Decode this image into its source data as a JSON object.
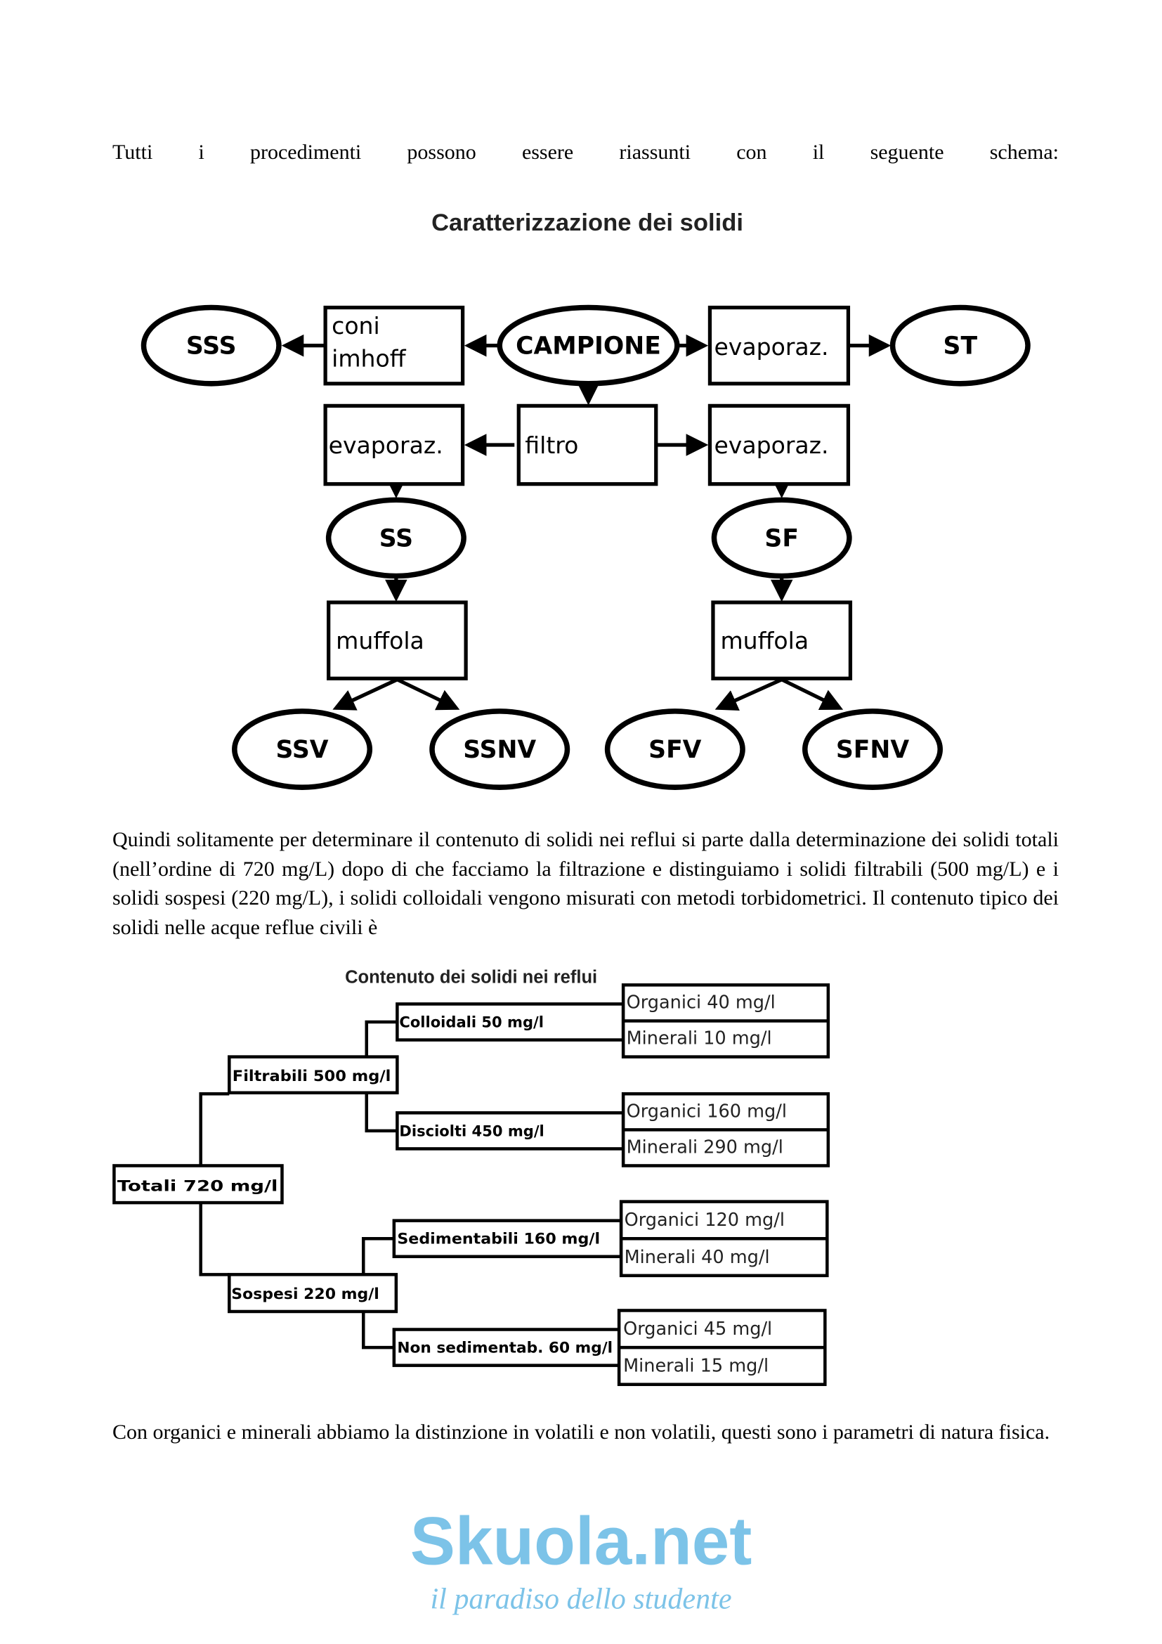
{
  "watermark": {
    "logo": "Skuola.net",
    "tagline": "il paradiso dello studente"
  },
  "paragraphs": {
    "intro": "Tutti i procedimenti possono essere riassunti con il seguente schema:",
    "body": "Quindi solitamente per determinare il contenuto di solidi nei reflui si parte dalla determinazione dei solidi totali (nell’ordine di 720 mg/L) dopo di che facciamo la filtrazione e distinguiamo i solidi filtrabili (500 mg/L) e i solidi sospesi (220 mg/L), i solidi colloidali vengono misurati con metodi torbidometrici. Il contenuto tipico dei solidi nelle acque reflue civili è",
    "closing": "Con organici e minerali abbiamo la distinzione in volatili e non volatili, questi sono i parametri di natura fisica."
  },
  "diagram1": {
    "title": "Caratterizzazione dei solidi",
    "nodes": {
      "sss": "SSS",
      "coni1": "coni",
      "coni2": "imhoff",
      "campione": "CAMPIONE",
      "evap_top": "evaporaz.",
      "st": "ST",
      "evap_left": "evaporaz.",
      "filtro": "filtro",
      "evap_right": "evaporaz.",
      "ss": "SS",
      "sf": "SF",
      "muffola_left": "muffola",
      "muffola_right": "muffola",
      "ssv": "SSV",
      "ssnv": "SSNV",
      "sfv": "SFV",
      "sfnv": "SFNV"
    }
  },
  "diagram2": {
    "title": "Contenuto dei solidi nei reflui",
    "totali": "Totali 720 mg/l",
    "filtrabili": "Filtrabili 500 mg/l",
    "sospesi": "Sospesi 220 mg/l",
    "colloidali": "Colloidali 50 mg/l",
    "disciolti": "Disciolti 450 mg/l",
    "sedimentabili": "Sedimentabili 160 mg/l",
    "non_sedimentabili": "Non sedimentab. 60 mg/l",
    "colloidali_split": [
      "Organici 40 mg/l",
      "Minerali 10 mg/l"
    ],
    "disciolti_split": [
      "Organici 160 mg/l",
      "Minerali 290 mg/l"
    ],
    "sedimentabili_split": [
      "Organici 120 mg/l",
      "Minerali 40 mg/l"
    ],
    "non_sedimentabili_split": [
      "Organici 45 mg/l",
      "Minerali 15 mg/l"
    ]
  }
}
